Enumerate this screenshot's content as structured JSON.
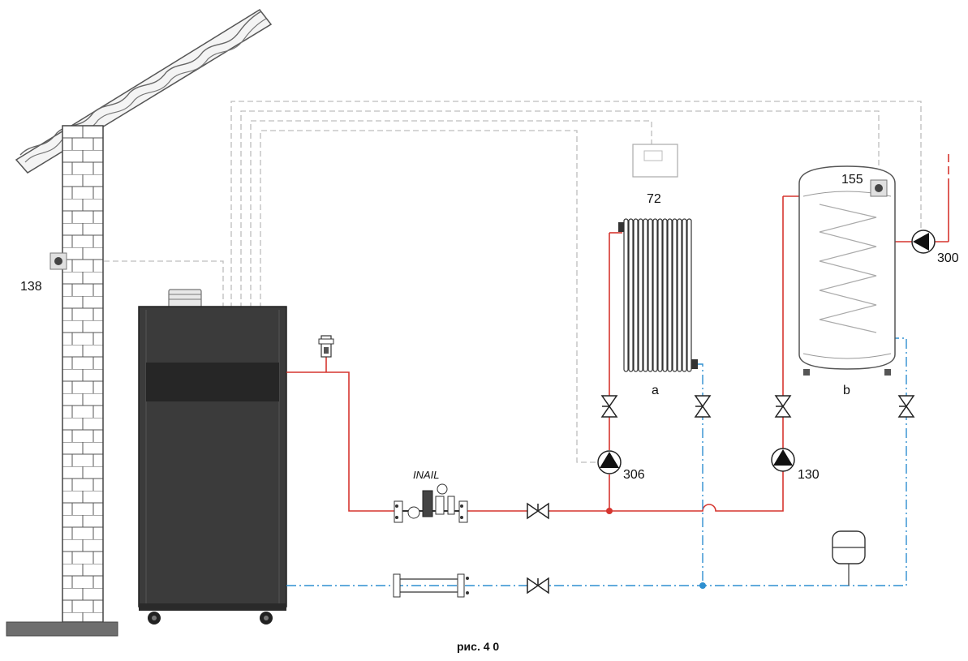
{
  "labels": {
    "outdoor_sensor": "138",
    "room_thermostat": "72",
    "tank_sensor": "155",
    "dhw_recirc_pump": "300",
    "heating_pump": "306",
    "tank_pump": "130",
    "radiator": "a",
    "tank": "b",
    "safety_kit": "INAIL"
  },
  "caption": "рис. 4 0",
  "colors": {
    "flow": "#d6352f",
    "return": "#2f8fd0",
    "signal": "#bdbdbd",
    "boiler_body": "#3b3b3b",
    "boiler_panel": "#262626"
  }
}
